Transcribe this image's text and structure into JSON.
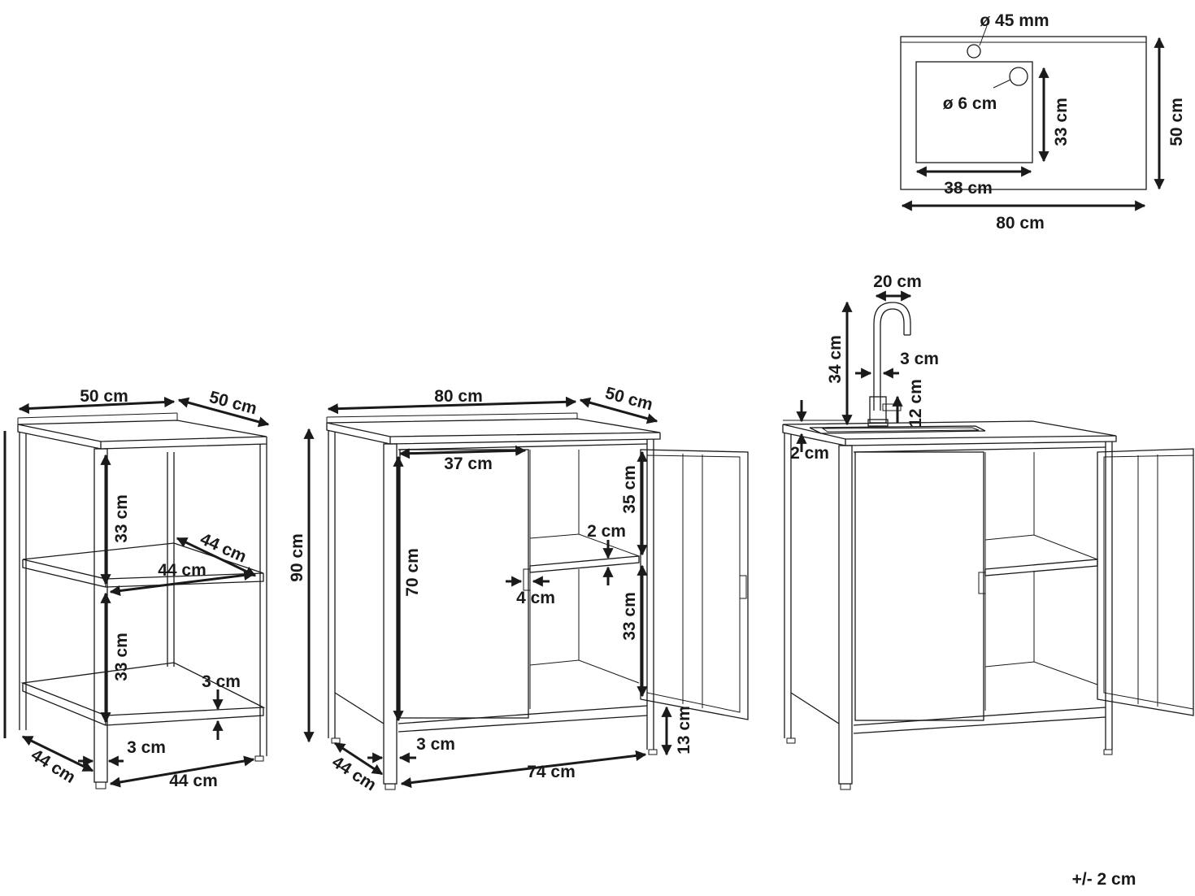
{
  "sink_top_view": {
    "tap_hole": "ø 45 mm",
    "drain_hole": "ø 6 cm",
    "bowl_depth": "33 cm",
    "total_depth": "50 cm",
    "bowl_width": "38 cm",
    "total_width": "80 cm"
  },
  "shelf_unit": {
    "width": "50 cm",
    "depth": "50 cm",
    "upper_opening": "33 cm",
    "lower_opening": "33 cm",
    "shelf_depth": "44 cm",
    "shelf_width": "44 cm",
    "bottom_gap": "3 cm",
    "frame": "3 cm",
    "base_depth": "44 cm",
    "base_width": "44 cm"
  },
  "cabinet": {
    "width": "80 cm",
    "depth": "50 cm",
    "height": "90 cm",
    "door_width": "37 cm",
    "door_height": "70 cm",
    "upper_compartment": "35 cm",
    "shelf_thickness": "2 cm",
    "lower_compartment": "33 cm",
    "handle": "4 cm",
    "leg_height": "13 cm",
    "frame": "3 cm",
    "base_depth": "44 cm",
    "inner_width": "74 cm"
  },
  "sink_cabinet": {
    "faucet_reach": "20 cm",
    "faucet_height": "34 cm",
    "faucet_diameter": "3 cm",
    "base_height": "12 cm",
    "top_thickness": "2 cm"
  },
  "tolerance": "+/- 2 cm"
}
